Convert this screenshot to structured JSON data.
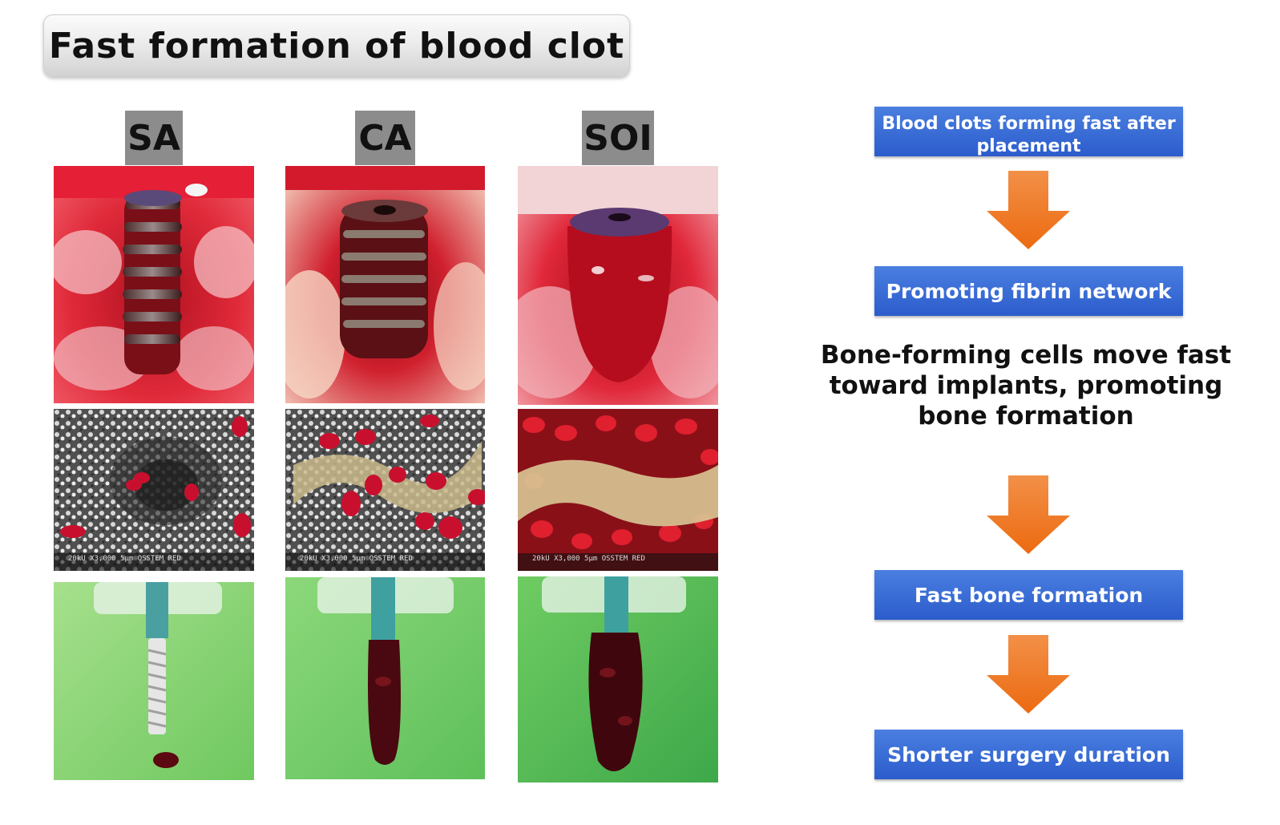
{
  "title": "Fast formation of blood clot",
  "columns": [
    {
      "label": "SA"
    },
    {
      "label": "CA"
    },
    {
      "label": "SOI"
    }
  ],
  "sem_captions": [
    "20kU X3,000 5μm OSSTEM RED",
    "20kU X3,000 5μm OSSTEM RED",
    "20kU X3,000 5μm OSSTEM RED"
  ],
  "flow": {
    "step1": "Blood clots forming fast after placement",
    "step2": "Promoting fibrin network",
    "step3": "Bone-forming cells move fast toward implants, promoting bone formation",
    "step4": "Fast bone formation",
    "step5": "Shorter surgery duration"
  },
  "colors": {
    "box_blue": "#2c5ccc",
    "arrow_orange": "#f07a22",
    "blood_red": "#c8102e"
  }
}
